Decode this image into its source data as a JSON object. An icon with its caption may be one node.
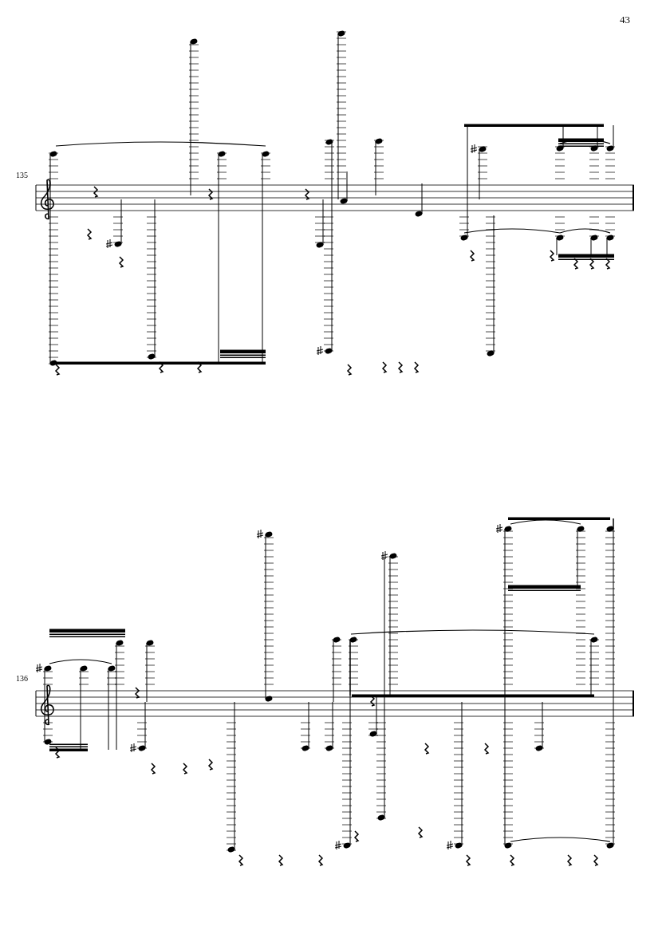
{
  "diagram": {
    "labels": [
      "43",
      "135",
      "136"
    ]
  }
}
